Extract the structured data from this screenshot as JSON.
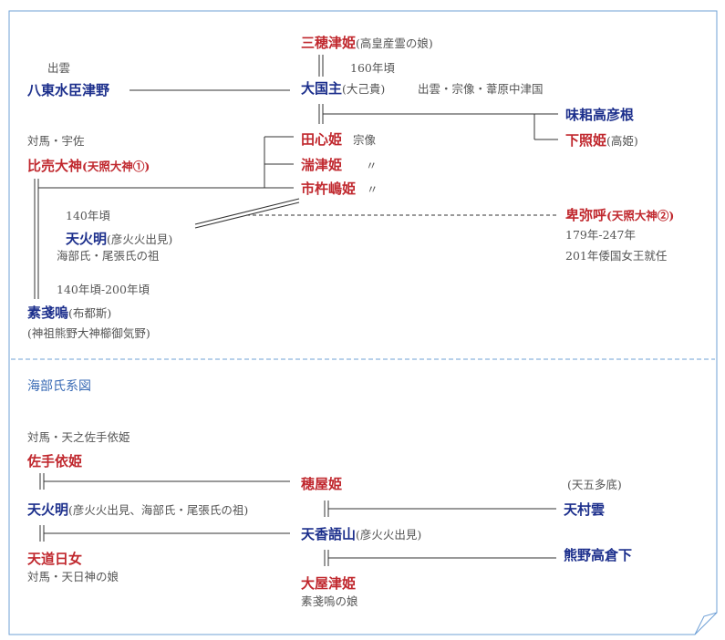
{
  "colors": {
    "red": "#c0282e",
    "blue": "#1c2f8c",
    "gray": "#555555",
    "heading": "#3a6bb5",
    "border": "#6fa0d6"
  },
  "upper": {
    "mihotsu": {
      "name": "三穂津姫",
      "note": "(高皇産霊の娘)"
    },
    "year160": "160年頃",
    "izumo": "出雲",
    "yatsuka": "八東水臣津野",
    "okuninushi": {
      "name": "大国主",
      "note": "(大己貴)",
      "region": "出雲・宗像・葦原中津国"
    },
    "ajisuki": "味耜高彦根",
    "shitateru": {
      "name": "下照姫",
      "note": "(高姫)"
    },
    "tsushima_usa": "対馬・宇佐",
    "tagori": {
      "name": "田心姫",
      "note": "宗像"
    },
    "tagitsu": {
      "name": "湍津姫",
      "note": "〃"
    },
    "ichikishima": {
      "name": "市杵嶋姫",
      "note": "〃"
    },
    "hiko": {
      "name": "比売大神",
      "note": "(天照大神①)"
    },
    "year140": "140年頃",
    "amenohoakari": {
      "name": "天火明",
      "note": "(彦火火出見)"
    },
    "ancestor": "海部氏・尾張氏の祖",
    "himiko": {
      "name": "卑弥呼",
      "note": "(天照大神②)"
    },
    "himiko_years": "179年-247年",
    "himiko_queen": "201年倭国女王就任",
    "year140_200": "140年頃-200年頃",
    "susanoo": {
      "name": "素戔嗚",
      "note": "(布都斯)"
    },
    "susanoo_alias": "(神祖熊野大神櫛御気野)"
  },
  "lower": {
    "title": "海部氏系図",
    "tsushima_sate": "対馬・天之佐手依姫",
    "sateyori": "佐手依姫",
    "hoya": "穂屋姫",
    "amenogoto": "(天五多底)",
    "amenohoakari2": {
      "name": "天火明",
      "note": "(彦火火出見、海部氏・尾張氏の祖)"
    },
    "amemurakumo": "天村雲",
    "amenokagoyama": {
      "name": "天香語山",
      "note": "(彦火火出見)"
    },
    "amemichi": "天道日女",
    "amemichi_note": "対馬・天日神の娘",
    "kumano": "熊野高倉下",
    "oyatsu": "大屋津姫",
    "oyatsu_note": "素戔嗚の娘"
  }
}
